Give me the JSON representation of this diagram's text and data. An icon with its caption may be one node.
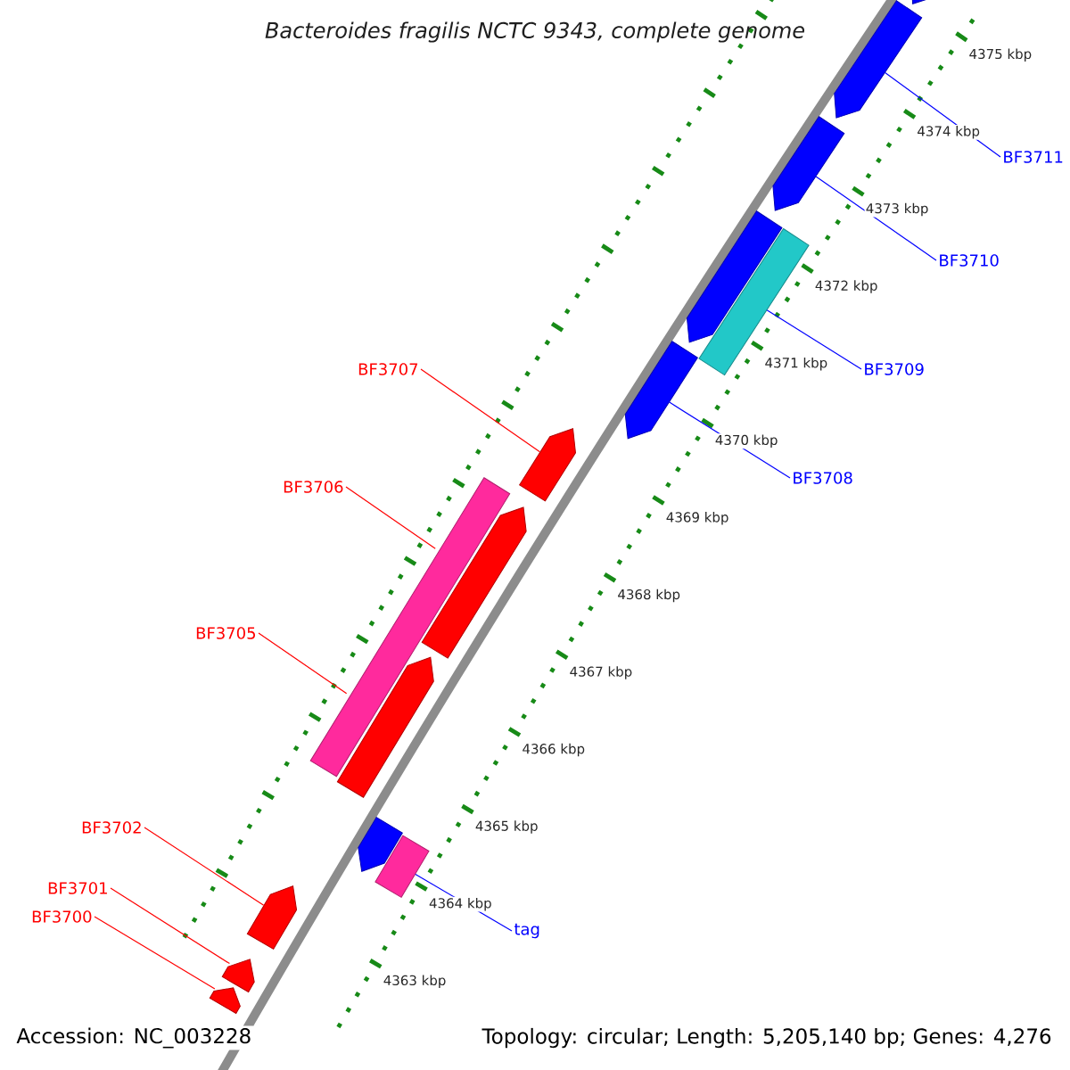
{
  "diagram": {
    "title": "Bacteroides fragilis NCTC 9343, complete genome",
    "nodes": [
      {
        "text": [
          "BF3707"
        ]
      },
      {
        "text": [
          "BF3706"
        ]
      },
      {
        "text": [
          "BF3705"
        ]
      },
      {
        "text": [
          "BF3702"
        ]
      },
      {
        "text": [
          "BF3701"
        ]
      },
      {
        "text": [
          "BF3700"
        ]
      },
      {
        "text": [
          "BF3711"
        ]
      },
      {
        "text": [
          "BF3710"
        ]
      },
      {
        "text": [
          "BF3709"
        ]
      },
      {
        "text": [
          "BF3708"
        ]
      },
      {
        "text": [
          "tag"
        ]
      },
      {
        "text": [],
        "shape": "pentagon"
      },
      {
        "text": [],
        "shape": "pentagon"
      },
      {
        "text": [],
        "shape": "pentagon"
      },
      {
        "text": [],
        "shape": "pentagon"
      },
      {
        "text": [],
        "shape": "box"
      },
      {
        "text": [],
        "shape": "pentagon"
      },
      {
        "text": [],
        "shape": "pentagon"
      },
      {
        "text": [],
        "shape": "box"
      },
      {
        "text": [],
        "shape": "pentagon"
      },
      {
        "text": [],
        "shape": "pentagon"
      },
      {
        "text": [],
        "shape": "pentagon"
      },
      {
        "text": [],
        "shape": "box"
      },
      {
        "text": [],
        "shape": "pentagon"
      },
      {
        "text": [],
        "shape": "pentagon"
      },
      {
        "text": [],
        "shape": "pentagon"
      }
    ],
    "edges": [
      {
        "from": 0,
        "to": 17,
        "arrow": "none"
      },
      {
        "from": 1,
        "to": 19,
        "arrow": "none"
      },
      {
        "from": 2,
        "to": 20,
        "arrow": "none"
      },
      {
        "from": 3,
        "to": 23,
        "arrow": "none"
      },
      {
        "from": 4,
        "to": 24,
        "arrow": "none"
      },
      {
        "from": 5,
        "to": 25,
        "arrow": "none"
      },
      {
        "from": 6,
        "to": 12,
        "arrow": "none",
        "color": "#0000ff"
      },
      {
        "from": 7,
        "to": 13,
        "arrow": "none",
        "color": "#0000ff"
      },
      {
        "from": 8,
        "to": 15,
        "arrow": "none",
        "color": "#0000ff"
      },
      {
        "from": 9,
        "to": 16,
        "arrow": "none",
        "color": "#0000ff"
      },
      {
        "from": 10,
        "to": 22,
        "arrow": "none",
        "color": "#0000ff"
      }
    ],
    "labels": [
      "4375 kbp",
      "4374 kbp",
      "4373 kbp",
      "4372 kbp",
      "4371 kbp",
      "4370 kbp",
      "4369 kbp",
      "4368 kbp",
      "4367 kbp",
      "4366 kbp",
      "4365 kbp",
      "4364 kbp",
      "4363 kbp",
      "Accession: NC_003228",
      "Topology: circular; Length: 5,205,140 bp; Genes: 4,276"
    ]
  }
}
